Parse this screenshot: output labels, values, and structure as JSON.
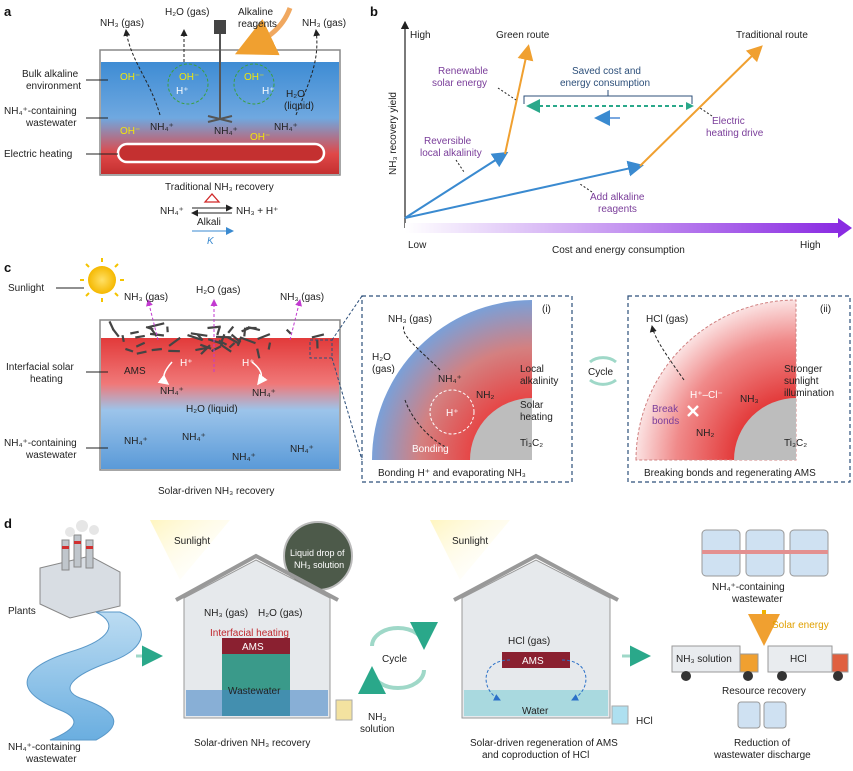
{
  "panels": {
    "a": "a",
    "b": "b",
    "c": "c",
    "d": "d"
  },
  "a": {
    "nh3_gas_left": "NH₃ (gas)",
    "h2o_gas": "H₂O (gas)",
    "alkaline_reagents_1": "Alkaline",
    "alkaline_reagents_2": "reagents",
    "nh3_gas_right": "NH₃ (gas)",
    "bulk_1": "Bulk alkaline",
    "bulk_2": "environment",
    "nh4_ww": "NH₄⁺-containing",
    "ww": "wastewater",
    "electric_heating": "Electric heating",
    "h2o_liquid_1": "H₂O",
    "h2o_liquid_2": "(liquid)",
    "oh": "OH⁻",
    "hplus": "H⁺",
    "nh4": "NH₄⁺",
    "caption": "Traditional NH₃ recovery",
    "eq_left": "NH₄⁺",
    "eq_right": "NH₃ + H⁺",
    "alkali": "Alkali",
    "k": "K"
  },
  "b": {
    "high_y": "High",
    "ylabel": "NH₃ recovery yield",
    "green_route": "Green route",
    "traditional_route": "Traditional route",
    "renewable_1": "Renewable",
    "renewable_2": "solar energy",
    "saved_1": "Saved cost and",
    "saved_2": "energy consumption",
    "reversible_1": "Reversible",
    "reversible_2": "local alkalinity",
    "electric_1": "Electric",
    "electric_2": "heating drive",
    "add_1": "Add alkaline",
    "add_2": "reagents",
    "low": "Low",
    "xlabel": "Cost and energy consumption",
    "high_x": "High"
  },
  "c": {
    "sunlight": "Sunlight",
    "nh3_gas_1": "NH₃ (gas)",
    "h2o_gas": "H₂O (gas)",
    "nh3_gas_2": "NH₃ (gas)",
    "interfacial_1": "Interfacial solar",
    "interfacial_2": "heating",
    "ams": "AMS",
    "hplus": "H⁺",
    "nh4": "NH₄⁺",
    "h2o_liquid": "H₂O (liquid)",
    "ww_1": "NH₄⁺-containing",
    "ww_2": "wastewater",
    "caption": "Solar-driven NH₃ recovery",
    "i_label": "(i)",
    "i_nh3_gas": "NH₃ (gas)",
    "i_h2o_gas_1": "H₂O",
    "i_h2o_gas_2": "(gas)",
    "i_local_1": "Local",
    "i_local_2": "alkalinity",
    "i_nh2": "NH₂",
    "i_solar_1": "Solar",
    "i_solar_2": "heating",
    "i_bonding": "Bonding",
    "i_ti3c2": "Ti₃C₂",
    "i_caption": "Bonding H⁺ and evaporating NH₃",
    "cycle": "Cycle",
    "ii_label": "(ii)",
    "ii_hcl_gas": "HCl (gas)",
    "ii_stronger_1": "Stronger",
    "ii_stronger_2": "sunlight",
    "ii_stronger_3": "illumination",
    "ii_hcl_pair": "H⁺–Cl⁻",
    "ii_break_1": "Break",
    "ii_break_2": "bonds",
    "ii_nh3": "NH₃",
    "ii_nh2": "NH₂",
    "ii_ti3c2": "Ti₃C₂",
    "ii_caption": "Breaking bonds and regenerating AMS"
  },
  "d": {
    "plants": "Plants",
    "ww_1": "NH₄⁺-containing",
    "ww_2": "wastewater",
    "sunlight_1": "Sunlight",
    "drop_1": "Liquid drop of",
    "drop_2": "NH₃ solution",
    "nh3_gas": "NH₃ (gas)",
    "h2o_gas": "H₂O (gas)",
    "interfacial_heating": "Interfacial heating",
    "ams": "AMS",
    "wastewater": "Wastewater",
    "nh3_solution_1": "NH₃",
    "nh3_solution_2": "solution",
    "caption_1": "Solar-driven NH₃ recovery",
    "cycle": "Cycle",
    "sunlight_2": "Sunlight",
    "hcl_gas": "HCl (gas)",
    "ams_2": "AMS",
    "water": "Water",
    "hcl": "HCl",
    "caption_2a": "Solar-driven regeneration of AMS",
    "caption_2b": "and coproduction of HCl",
    "tanks_1": "NH₄⁺-containing",
    "tanks_2": "wastewater",
    "solar_energy": "Solar energy",
    "truck_nh3": "NH₃ solution",
    "truck_hcl": "HCl",
    "resource_recovery": "Resource recovery",
    "reduction_1": "Reduction of",
    "reduction_2": "wastewater discharge"
  },
  "colors": {
    "orange_route": "#f0a030",
    "blue_route": "#3a8ad0",
    "purple_text": "#7a3d9a",
    "teal_arrow": "#2aa88a",
    "purple_axis": "#8a2be2"
  }
}
